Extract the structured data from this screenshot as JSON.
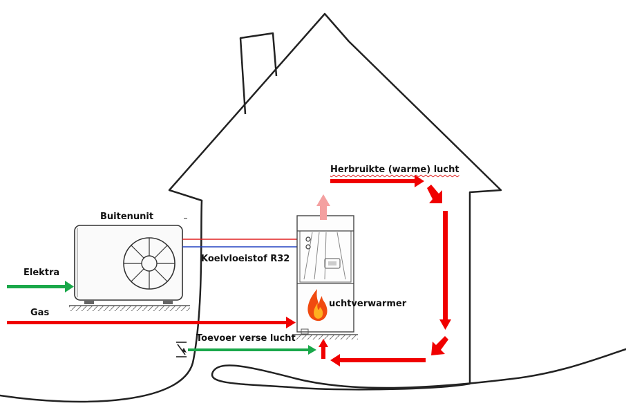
{
  "labels": {
    "outdoor_unit": "Buitenunit",
    "electricity": "Elektra",
    "gas": "Gas",
    "refrigerant": "Koelvloeistof R32",
    "air_heater": "uchtverwarmer",
    "fresh_air_supply": "Toevoer verse lucht",
    "recycled_air": "Herbruikte (warme) lucht"
  },
  "colors": {
    "electricity_arrow": "#1aa84a",
    "gas_arrow": "#f00000",
    "warm_air_arrow": "#f00000",
    "fresh_air_arrow": "#1aa84a",
    "exhaust_arrow": "#f4a0a0",
    "refrigerant_hot_line": "#e02020",
    "refrigerant_cold_line": "#2040c0",
    "outline": "#222222",
    "flame_outer": "#f04a10",
    "flame_inner": "#ffb020"
  },
  "icons": {
    "fan": "fan-icon",
    "flame": "flame-icon",
    "valve": "valve-icon"
  }
}
